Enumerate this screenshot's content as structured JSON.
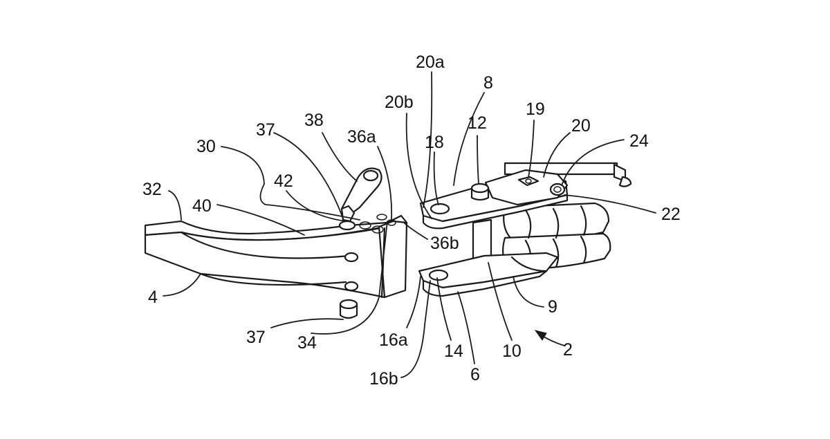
{
  "labels": {
    "l20a": "20a",
    "l8": "8",
    "l20b": "20b",
    "l12": "12",
    "l19": "19",
    "l20": "20",
    "l24": "24",
    "l38": "38",
    "l37_top": "37",
    "l36a": "36a",
    "l18": "18",
    "l30": "30",
    "l32": "32",
    "l42": "42",
    "l40": "40",
    "l22": "22",
    "l36b": "36b",
    "l4": "4",
    "l9": "9",
    "l37_bottom": "37",
    "l34": "34",
    "l16a": "16a",
    "l14": "14",
    "l10": "10",
    "l2": "2",
    "l16b": "16b",
    "l6": "6"
  }
}
